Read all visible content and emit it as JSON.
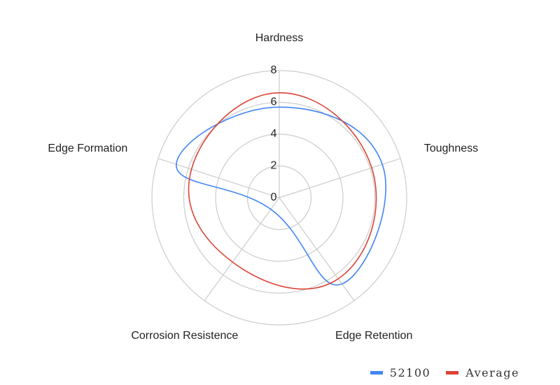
{
  "chart_data": {
    "type": "radar",
    "title": "",
    "categories": [
      "Hardness",
      "Toughness",
      "Edge Retention",
      "Corrosion Resistence",
      "Edge Formation"
    ],
    "radial_ticks": [
      "0",
      "2",
      "4",
      "6",
      "8"
    ],
    "rlim": [
      0,
      8
    ],
    "series": [
      {
        "name": "52100",
        "color": "#4285f4",
        "values": [
          5.7,
          6.8,
          6.7,
          0.9,
          6.8
        ]
      },
      {
        "name": "Average",
        "color": "#db4437",
        "values": [
          6.6,
          6.1,
          6.3,
          5.0,
          5.8
        ]
      }
    ],
    "grid": true,
    "legend_position": "bottom-right"
  }
}
